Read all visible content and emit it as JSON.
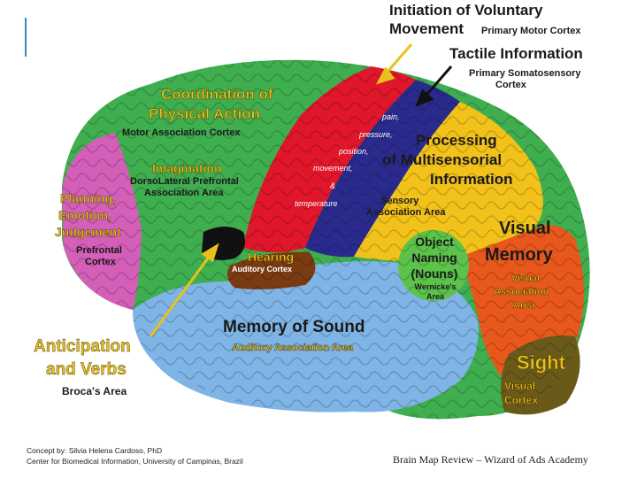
{
  "labels": {
    "initiation": "Initiation of Voluntary",
    "movement": "Movement",
    "primary_motor": "Primary Motor Cortex",
    "tactile": "Tactile Information",
    "primary_soma_1": "Primary Somatosensory",
    "primary_soma_2": "Cortex",
    "coord_1": "Coordination of",
    "coord_2": "Physical Action",
    "motor_assoc": "Motor Association Cortex",
    "imagination": "Imagination",
    "dorso_1": "DorsoLateral Prefrontal",
    "dorso_2": "Association Area",
    "planning_1": "Planning,",
    "planning_2": "Emotion,",
    "planning_3": "Judgement",
    "prefrontal_1": "Prefrontal",
    "prefrontal_2": "Cortex",
    "pain": "pain,",
    "pressure": "pressure,",
    "position": "position,",
    "movement_small": "movement,",
    "amp": "&",
    "temperature": "temperature",
    "processing_1": "Processing",
    "processing_2": "of Multisensorial",
    "processing_3": "Information",
    "sensory_1": "Sensory",
    "sensory_2": "Association Area",
    "visual_mem_1": "Visual",
    "visual_mem_2": "Memory",
    "visual_assoc_1": "Visual",
    "visual_assoc_2": "Association",
    "visual_assoc_3": "Area",
    "object_1": "Object",
    "object_2": "Naming",
    "object_3": "(Nouns)",
    "wernicke_1": "Wernicke's",
    "wernicke_2": "Area",
    "hearing": "Hearing",
    "auditory": "Auditory Cortex",
    "memory_sound": "Memory of Sound",
    "auditory_assoc": "Auditory Association Area",
    "anticipation_1": "Anticipation",
    "anticipation_2": "and Verbs",
    "broca": "Broca's Area",
    "sight": "Sight",
    "visual_cortex_1": "Visual",
    "visual_cortex_2": "Cortex"
  },
  "footer": {
    "credit_1": "Concept by: Silvia Helena Cardoso, PhD",
    "credit_2": "Center for Biomedical Information, University of Campinas, Brazil",
    "review": "Brain Map Review – Wizard of Ads Academy"
  },
  "colors": {
    "frontal_green": "#3fae4f",
    "prefrontal_pink": "#d35fb8",
    "motor_red": "#e0162b",
    "soma_blue": "#2a2a8c",
    "parietal_yellow": "#f2c21a",
    "occipital_orange": "#e8571c",
    "temporal_blue": "#7fb4e6",
    "broca_black": "#111111",
    "hearing_brown": "#7a3a12",
    "wernicke_green": "#5cc24a",
    "sight_olive": "#6a5a1a",
    "accent": "#3a8fb7"
  }
}
